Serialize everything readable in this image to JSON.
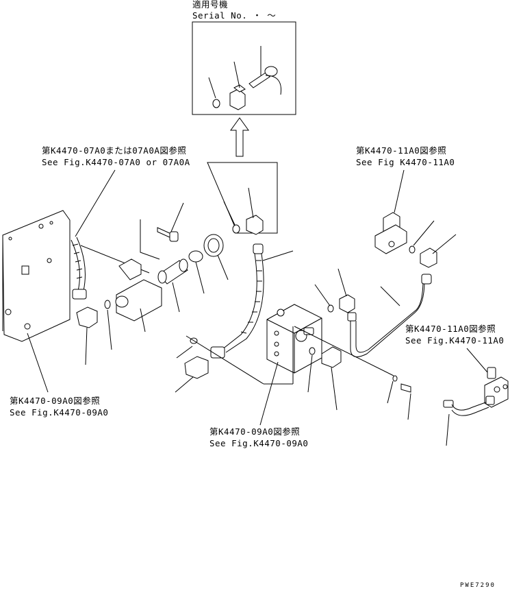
{
  "callouts": {
    "serial": {
      "jp": "適用号機",
      "en": "Serial No.  ・  〜"
    },
    "ref_07a0": {
      "jp": "第K4470-07A0または07A0A図参照",
      "en": "See Fig.K4470-07A0 or 07A0A"
    },
    "ref_11a0_top": {
      "jp": "第K4470-11A0図参照",
      "en": "See Fig K4470-11A0"
    },
    "ref_11a0_right": {
      "jp": "第K4470-11A0図参照",
      "en": "See Fig.K4470-11A0"
    },
    "ref_09a0_left": {
      "jp": "第K4470-09A0図参照",
      "en": "See Fig.K4470-09A0"
    },
    "ref_09a0_center": {
      "jp": "第K4470-09A0図参照",
      "en": "See Fig.K4470-09A0"
    }
  },
  "drawing_code": "PWE7290"
}
